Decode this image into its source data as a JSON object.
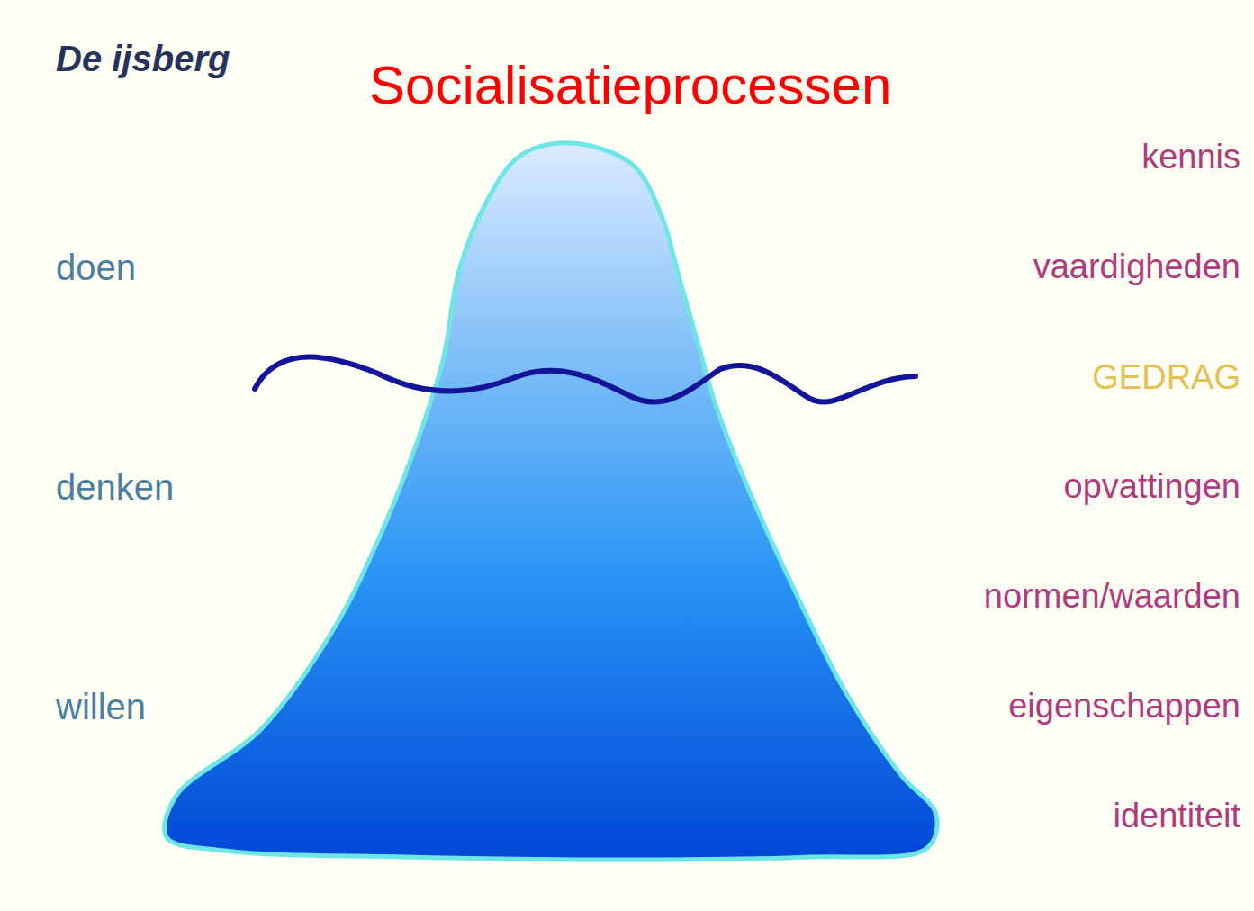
{
  "diagram": {
    "title": "Socialisatieprocessen",
    "labels": [
      "De ijsberg",
      "doen",
      "denken",
      "willen",
      "kennis",
      "vaardigheden",
      "GEDRAG",
      "opvattingen",
      "normen/waarden",
      "eigenschappen",
      "identiteit"
    ]
  }
}
